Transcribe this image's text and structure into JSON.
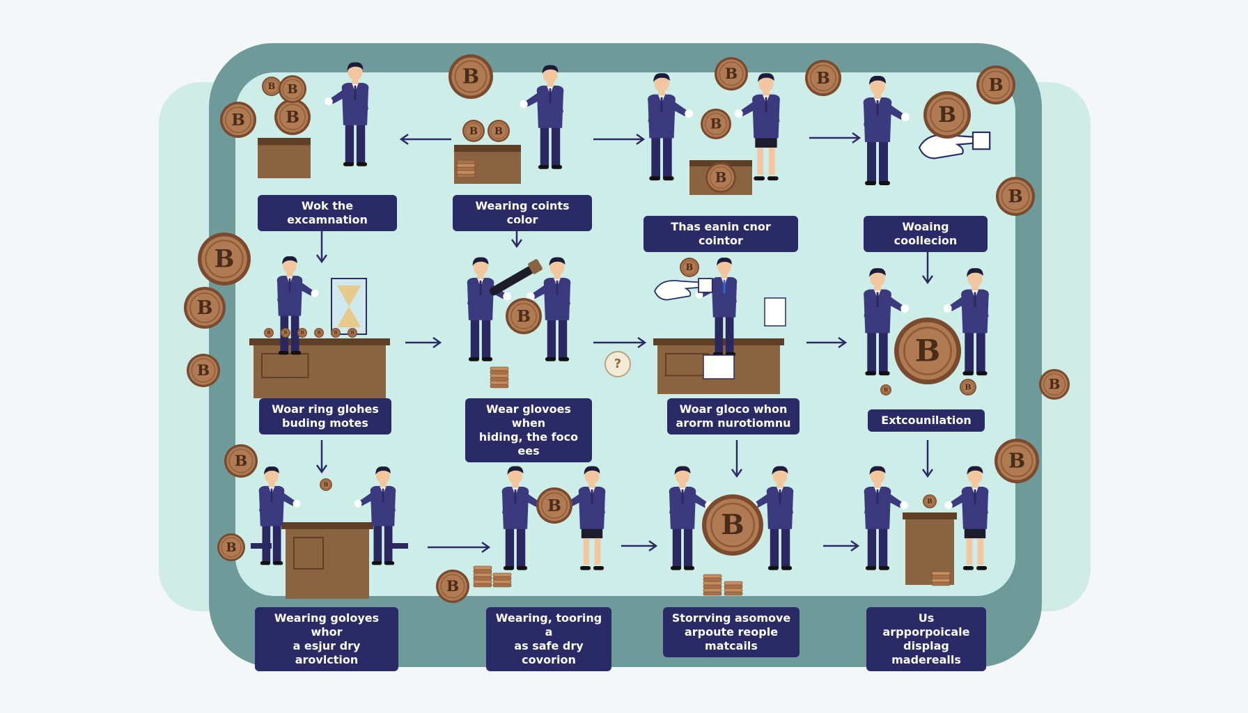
{
  "steps": [
    {
      "id": "s1",
      "lines": [
        "Wok the excamnation"
      ]
    },
    {
      "id": "s2",
      "lines": [
        "Wearing coints color"
      ]
    },
    {
      "id": "s3",
      "lines": [
        "Thas eanin cnor cointor"
      ]
    },
    {
      "id": "s4",
      "lines": [
        "Woaing coollecion"
      ]
    },
    {
      "id": "s5",
      "lines": [
        "Woar ring glohes",
        "buding motes"
      ]
    },
    {
      "id": "s6",
      "lines": [
        "Wear glovoes when",
        "hiding, the foco ees"
      ]
    },
    {
      "id": "s7",
      "lines": [
        "Woar gloco whon",
        "arorm nurotiomnu"
      ]
    },
    {
      "id": "s8",
      "lines": [
        "Extcounilation"
      ]
    },
    {
      "id": "s9",
      "lines": [
        "Wearing goloyes whor",
        "a esjur dry arovlction"
      ]
    },
    {
      "id": "s10",
      "lines": [
        "Wearing, tooring a",
        "as safe dry covorion"
      ]
    },
    {
      "id": "s11",
      "lines": [
        "Storrving asomove",
        "arpoute reople matcails"
      ]
    },
    {
      "id": "s12",
      "lines": [
        "Us arpporpoicale",
        "displag maderealls"
      ]
    }
  ],
  "coin_symbol": "B",
  "question_mark": "?",
  "colors": {
    "suit": "#3c3a7e",
    "suit_dark": "#2a2860",
    "skin": "#f2c7a0",
    "hair": "#1c1c3a",
    "coin": "#b07a52",
    "coin_rim": "#7a4a2e",
    "wood": "#8a6440",
    "wood_dark": "#5e3f26",
    "caption_bg": "#2a2a66",
    "frame": "#6e9a9a",
    "inner": "#cdeee8"
  }
}
